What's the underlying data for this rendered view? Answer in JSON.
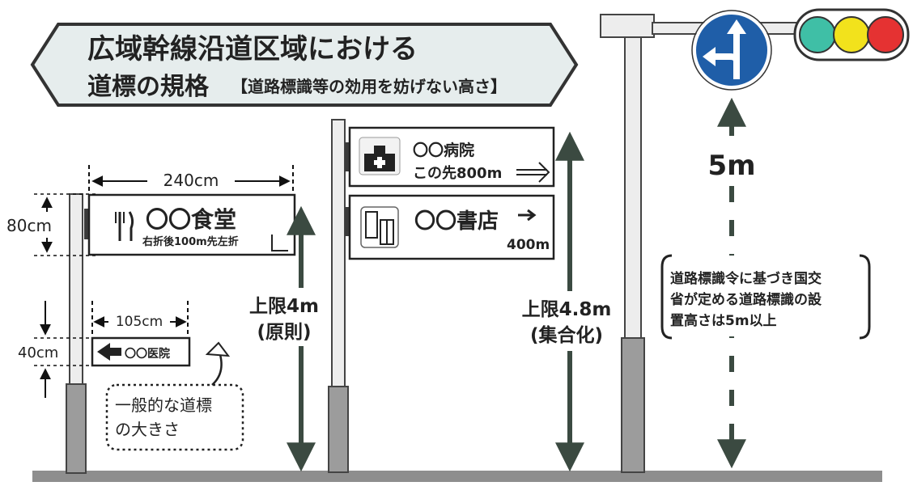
{
  "banner": {
    "title_line1": "広域幹線沿道区域における",
    "title_line2": "道標の規格",
    "title_note": "【道路標識等の効用を妨げない高さ】"
  },
  "sign_restaurant": {
    "width_label": "240cm",
    "height_label": "80cm",
    "name": "〇〇食堂",
    "direction": "右折後100m先左折"
  },
  "sign_clinic": {
    "width_label": "105cm",
    "height_label": "40cm",
    "name": "〇〇医院"
  },
  "general_note": {
    "line1": "一般的な道標",
    "line2": "の大きさ"
  },
  "limit_4m": {
    "line1": "上限4m",
    "line2": "(原則)"
  },
  "sign_hospital": {
    "name": "〇〇病院",
    "direction": "この先800m"
  },
  "sign_bookstore": {
    "name": "〇〇書店",
    "distance": "400m"
  },
  "limit_48m": {
    "line1": "上限4.8m",
    "line2": "(集合化)"
  },
  "height_5m": {
    "label": "5m"
  },
  "regulation_note": {
    "line1": "道路標識令に基づき国交",
    "line2": "省が定める道路標識の設",
    "line3": "置高さは5m以上"
  },
  "colors": {
    "banner_fill": "#e6eded",
    "arrow_dark": "#3b4a41",
    "traffic_green": "#3fbfa6",
    "traffic_yellow": "#f2e21c",
    "traffic_red": "#e53232",
    "road_sign_blue": "#1f5ea8"
  }
}
